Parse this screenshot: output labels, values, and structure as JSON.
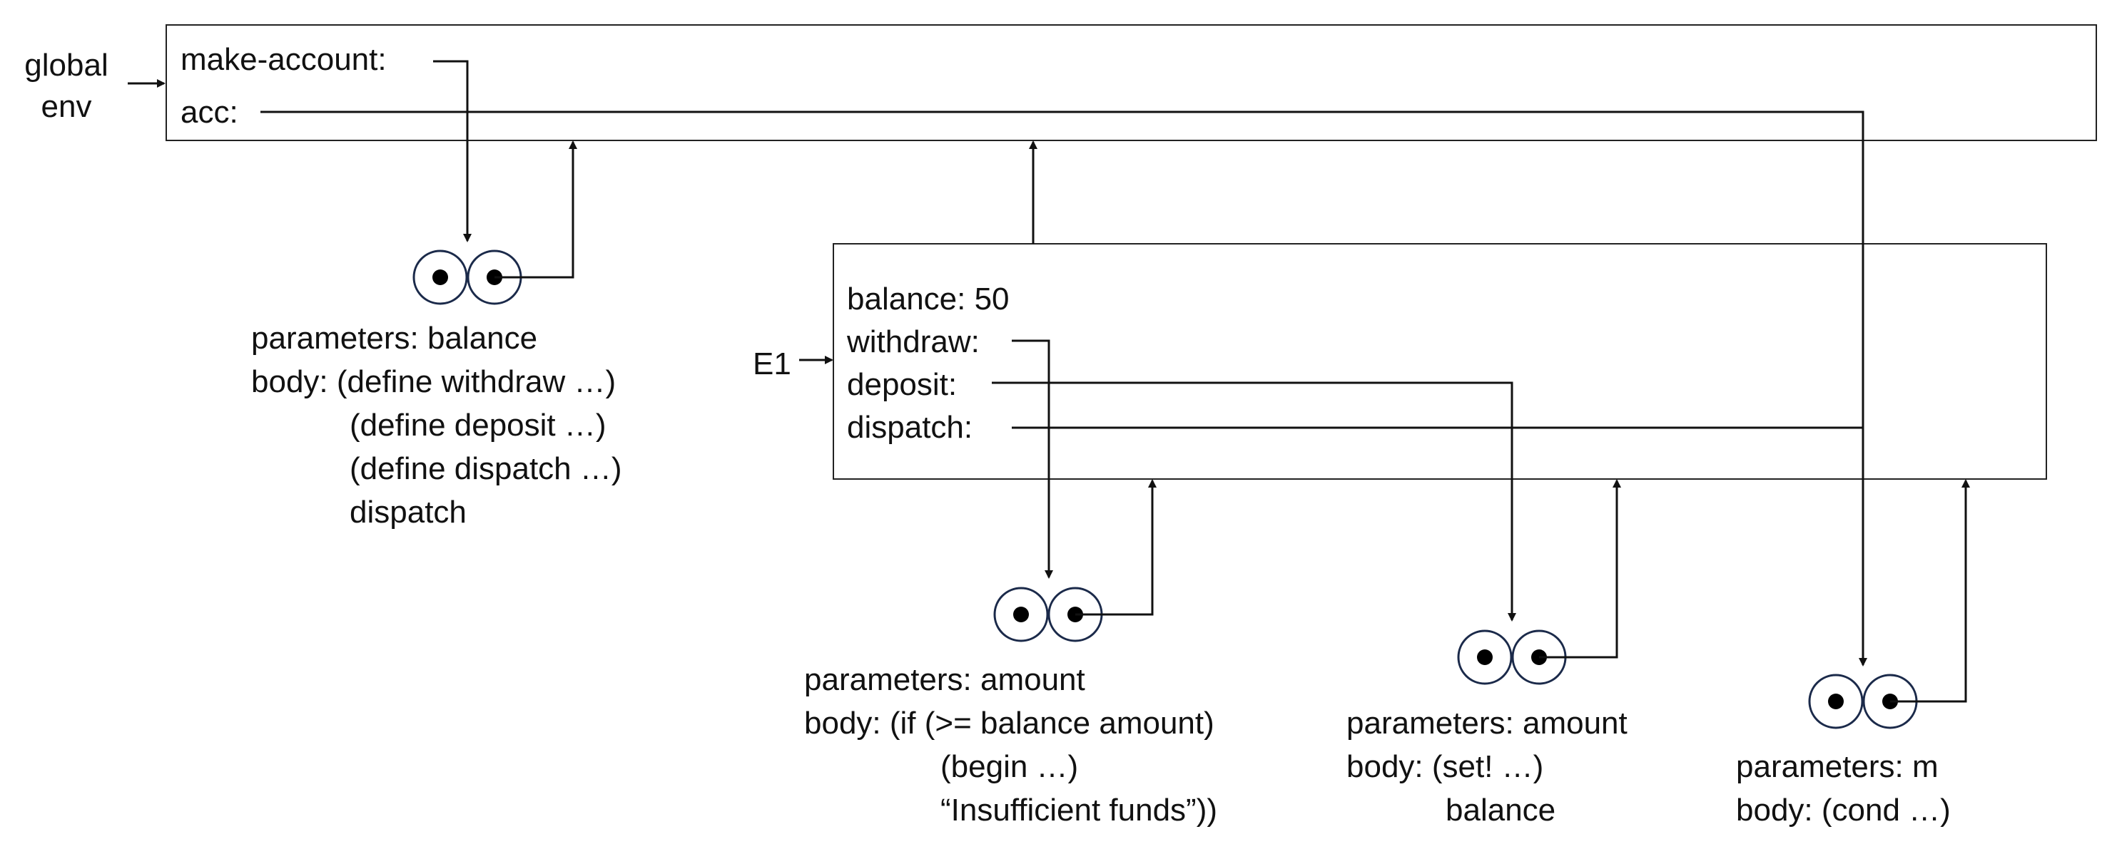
{
  "global_env": {
    "label_line1": "global",
    "label_line2": "env",
    "bindings": [
      "make-account:",
      "acc:"
    ]
  },
  "e1": {
    "label": "E1",
    "bindings": [
      "balance: 50",
      "withdraw:",
      "deposit:",
      "dispatch:"
    ]
  },
  "procedures": {
    "make_account": {
      "parameters": "parameters: balance",
      "body": [
        "body: (define withdraw …)",
        "(define deposit …)",
        "(define dispatch …)",
        "dispatch"
      ]
    },
    "withdraw": {
      "parameters": "parameters: amount",
      "body": [
        "body: (if (>= balance amount)",
        "(begin …)",
        "“Insufficient funds”))"
      ]
    },
    "deposit": {
      "parameters": "parameters: amount",
      "body": [
        "body: (set! …)",
        "balance"
      ]
    },
    "dispatch": {
      "parameters": "parameters: m",
      "body": [
        "body: (cond …)"
      ]
    }
  },
  "colors": {
    "frame_border": "#222222",
    "arrow": "#111111",
    "procedure_ring": "#1b2a4a",
    "pointer_dot": "#000000"
  }
}
